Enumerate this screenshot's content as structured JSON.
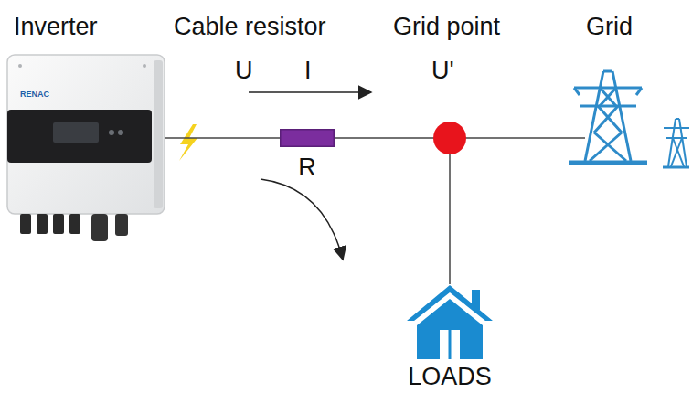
{
  "diagram": {
    "nodes": [
      {
        "text": [
          "R"
        ]
      },
      {
        "text": [
          "LOADS"
        ]
      }
    ],
    "edges": [
      {
        "from": 0,
        "to": 1,
        "arrow": "none"
      }
    ],
    "labels": [
      "Inverter",
      "Cable resistor",
      "Grid point",
      "Grid",
      "U",
      "I",
      "U'",
      "RENAC"
    ]
  }
}
